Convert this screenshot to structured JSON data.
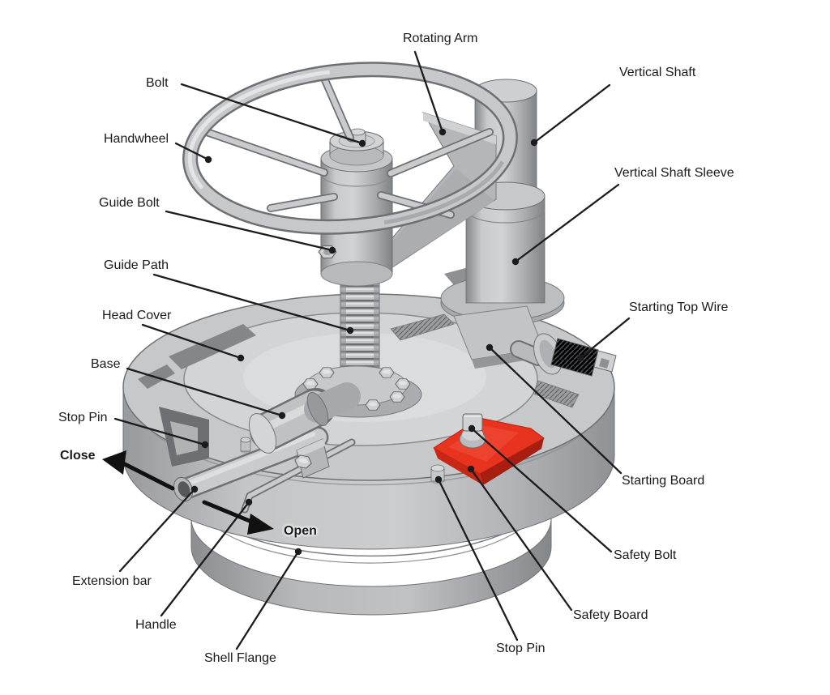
{
  "page": {
    "background": "#ffffff",
    "description": "Isometric technical diagram of a handwheel-operated hatch cover mechanism with labeled parts"
  },
  "colors": {
    "metal_light": "#d3d4d6",
    "metal_mid": "#b5b7b9",
    "metal_dark": "#8a8c8f",
    "outline": "#5f6164",
    "label_text": "#1a1a1a",
    "leader_line": "#1c1c1c",
    "safety_board_red": "#e8331f",
    "safety_board_red_dark": "#a81f12"
  },
  "labels": {
    "rotating_arm": {
      "text": "Rotating Arm"
    },
    "vertical_shaft": {
      "text": "Vertical Shaft"
    },
    "bolt": {
      "text": "Bolt"
    },
    "handwheel": {
      "text": "Handwheel"
    },
    "vertical_shaft_sleeve": {
      "text": "Vertical Shaft Sleeve"
    },
    "guide_bolt": {
      "text": "Guide Bolt"
    },
    "guide_path": {
      "text": "Guide Path"
    },
    "head_cover": {
      "text": "Head Cover"
    },
    "starting_top_wire": {
      "text": "Starting Top Wire"
    },
    "base": {
      "text": "Base"
    },
    "stop_pin_left": {
      "text": "Stop Pin"
    },
    "close_direction": {
      "text": "Close"
    },
    "starting_board": {
      "text": "Starting Board"
    },
    "open_direction": {
      "text": "Open"
    },
    "extension_bar": {
      "text": "Extension bar"
    },
    "safety_bolt": {
      "text": "Safety Bolt"
    },
    "handle": {
      "text": "Handle"
    },
    "safety_board": {
      "text": "Safety Board"
    },
    "shell_flange": {
      "text": "Shell Flange"
    },
    "stop_pin_bottom": {
      "text": "Stop Pin"
    }
  }
}
